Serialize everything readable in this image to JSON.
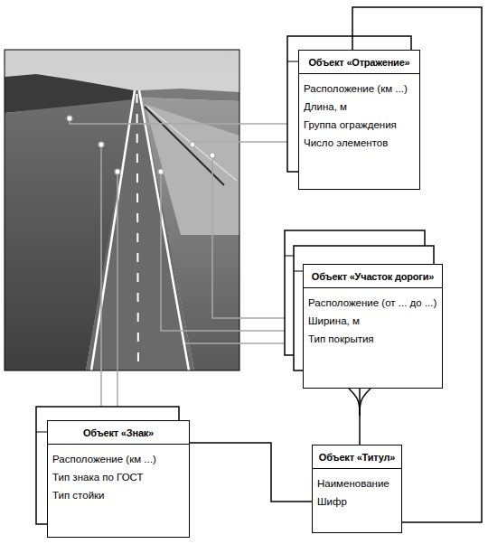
{
  "diagram": {
    "nodes": [
      {
        "text": [
          "Объект «Отражение»",
          "Расположение (км ...)",
          "Длина, м",
          "Группа ограждения",
          "Число элементов"
        ]
      },
      {
        "text": [
          "Объект «Участок дороги»",
          "Расположение (от ... до ...)",
          "Ширина, м",
          "Тип покрытия"
        ]
      },
      {
        "text": [
          "Объект «Знак»",
          "Расположение (км ...)",
          "Тип знака по ГОСТ",
          "Тип стойки"
        ]
      },
      {
        "text": [
          "Объект «Титул»",
          "Наименование",
          "Шифр"
        ]
      }
    ],
    "edges": [
      {
        "from": 2,
        "to": 3,
        "arrow": "none"
      },
      {
        "from": 1,
        "to": 3,
        "arrow": "none"
      },
      {
        "from": 0,
        "to": 3,
        "arrow": "none"
      }
    ]
  }
}
